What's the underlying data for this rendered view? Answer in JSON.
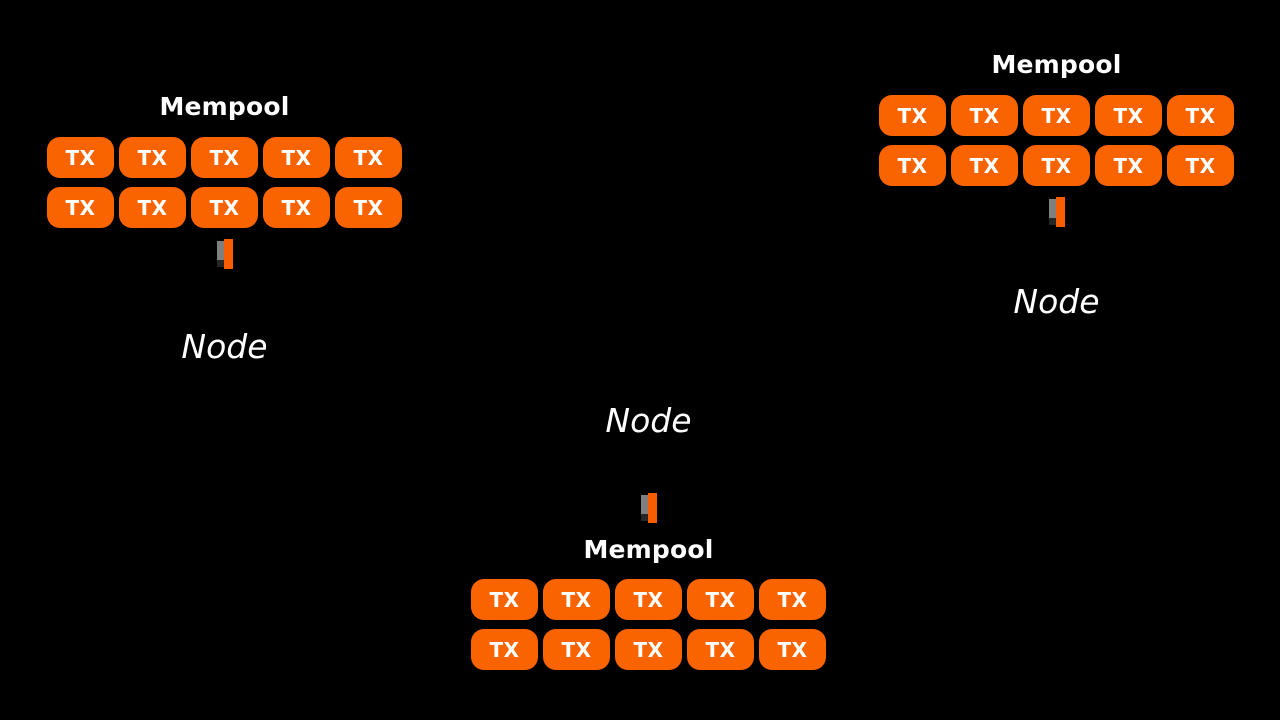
{
  "diagram": {
    "title": "Blockchain peer-to-peer nodes with mempools",
    "background_color": "#000000",
    "accent_color": "#fa6400",
    "chain_gray_color": "#7f7f7f",
    "text_color": "#ffffff"
  },
  "labels": {
    "mempool": "Mempool",
    "node": "Node",
    "tx": "TX"
  },
  "nodes": [
    {
      "id": "node-left",
      "node_label": "Node",
      "mempool_label": "Mempool",
      "layout": "mempool-top",
      "tx_rows": [
        [
          "TX",
          "TX",
          "TX",
          "TX",
          "TX"
        ],
        [
          "TX",
          "TX",
          "TX",
          "TX",
          "TX"
        ]
      ],
      "tx_count": 10,
      "chain_blocks": 2
    },
    {
      "id": "node-right",
      "node_label": "Node",
      "mempool_label": "Mempool",
      "layout": "mempool-top",
      "tx_rows": [
        [
          "TX",
          "TX",
          "TX",
          "TX",
          "TX"
        ],
        [
          "TX",
          "TX",
          "TX",
          "TX",
          "TX"
        ]
      ],
      "tx_count": 10,
      "chain_blocks": 2
    },
    {
      "id": "node-center",
      "node_label": "Node",
      "mempool_label": "Mempool",
      "layout": "mempool-bottom",
      "tx_rows": [
        [
          "TX",
          "TX",
          "TX",
          "TX",
          "TX"
        ],
        [
          "TX",
          "TX",
          "TX",
          "TX",
          "TX"
        ]
      ],
      "tx_count": 10,
      "chain_blocks": 2
    }
  ]
}
